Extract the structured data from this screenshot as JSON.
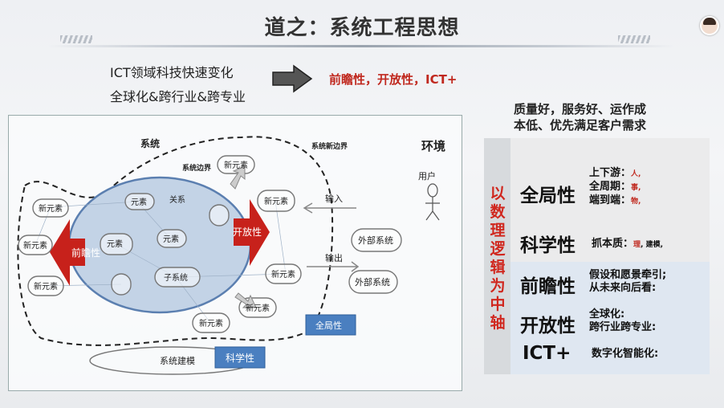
{
  "title": "道之：系统工程思想",
  "intro": {
    "line1": "ICT领域科技快速变化",
    "line2": "全球化&跨行业&跨专业",
    "result": "前瞻性，开放性，ICT+"
  },
  "goal": {
    "line1": "质量好，服务好、运作成",
    "line2": "本低、优先满足客户需求"
  },
  "diagram": {
    "system": "系统",
    "new_boundary": "系统新边界",
    "environment": "环境",
    "boundary": "系统边界",
    "element": "元素",
    "relation": "关系",
    "subsystem": "子系统",
    "new_element": "新元素",
    "foresight": "前瞻性",
    "openness": "开放性",
    "user": "用户",
    "input": "输入",
    "output": "输出",
    "external_system": "外部系统",
    "global": "全局性",
    "modeling": "系统建模",
    "scientific": "科学性"
  },
  "panel": {
    "axis": "以数理逻辑为中轴",
    "rows": [
      {
        "key": "全局性",
        "lines": [
          {
            "t": "上下游：",
            "s": "人,"
          },
          {
            "t": "全周期：",
            "s": "事,"
          },
          {
            "t": "端到端：",
            "s": "物,"
          }
        ]
      },
      {
        "key": "科学性",
        "lines": [
          {
            "t": "抓本质：",
            "s": "理",
            "s2": ", 建模,"
          }
        ]
      },
      {
        "key": "前瞻性",
        "lines": [
          {
            "t": "假设和愿景牵引;"
          },
          {
            "t": "从未来向后看:"
          }
        ]
      },
      {
        "key": "开放性",
        "lines": [
          {
            "t": "全球化:"
          },
          {
            "t": "跨行业跨专业:"
          }
        ]
      },
      {
        "key": "ICT+",
        "lines": [
          {
            "t": "数字化智能化:"
          }
        ]
      }
    ]
  }
}
